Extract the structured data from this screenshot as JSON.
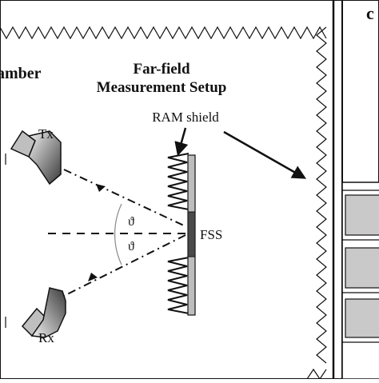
{
  "chamber_label_fragment": "amber",
  "setup_title_line1": "Far-field",
  "setup_title_line2": "Measurement Setup",
  "ram_shield_label": "RAM shield",
  "tx_label": "Tx",
  "rx_label": "Rx",
  "fss_label": "FSS",
  "angle_symbol_upper": "ϑ",
  "angle_symbol_lower": "ϑ",
  "corner_fragment": "c",
  "colors": {
    "outline": "#111111",
    "horn_gradient_light": "#f2f2f2",
    "horn_gradient_dark": "#3a3a3a",
    "fss_strip": "#bdbdbd",
    "fss_center": "#4a4a4a",
    "side_panel_fill": "#c9c9c9",
    "angle_arc": "#888888"
  }
}
